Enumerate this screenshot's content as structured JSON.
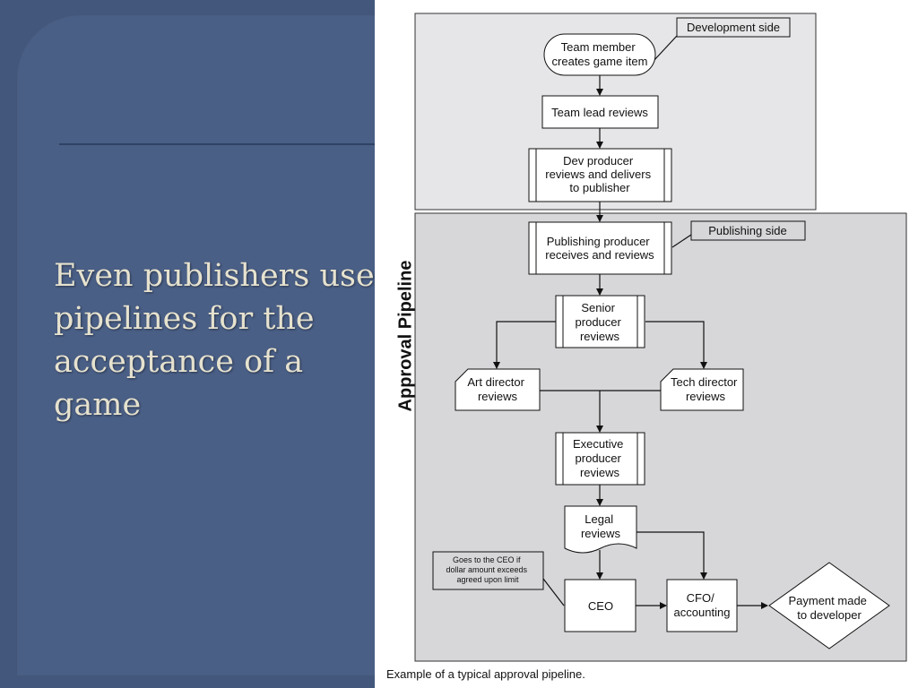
{
  "slide": {
    "title": "Even publishers use pipelines for the acceptance of a game"
  },
  "figure": {
    "side_label": "Approval Pipeline",
    "caption": "Example of a typical approval pipeline.",
    "development_side": "Development side",
    "publishing_side": "Publishing side",
    "nodes": {
      "team_member": [
        "Team member",
        "creates game item"
      ],
      "team_lead": [
        "Team lead reviews"
      ],
      "dev_producer": [
        "Dev producer",
        "reviews and delivers",
        "to publisher"
      ],
      "publishing_producer": [
        "Publishing producer",
        "receives and reviews"
      ],
      "senior_producer": [
        "Senior",
        "producer",
        "reviews"
      ],
      "art_director": [
        "Art director",
        "reviews"
      ],
      "tech_director": [
        "Tech director",
        "reviews"
      ],
      "executive_producer": [
        "Executive",
        "producer",
        "reviews"
      ],
      "legal": [
        "Legal",
        "reviews"
      ],
      "ceo_note": [
        "Goes to the CEO if",
        "dollar amount exceeds",
        "agreed upon limit"
      ],
      "ceo": [
        "CEO"
      ],
      "cfo": [
        "CFO/",
        "accounting"
      ],
      "payment": [
        "Payment made",
        "to developer"
      ]
    }
  },
  "colors": {
    "slide_background": "#43577c",
    "panel": "#4a5f86",
    "title_text": "#e6e2cf",
    "dev_region": "#e6e6e8",
    "pub_region": "#d7d7da"
  }
}
